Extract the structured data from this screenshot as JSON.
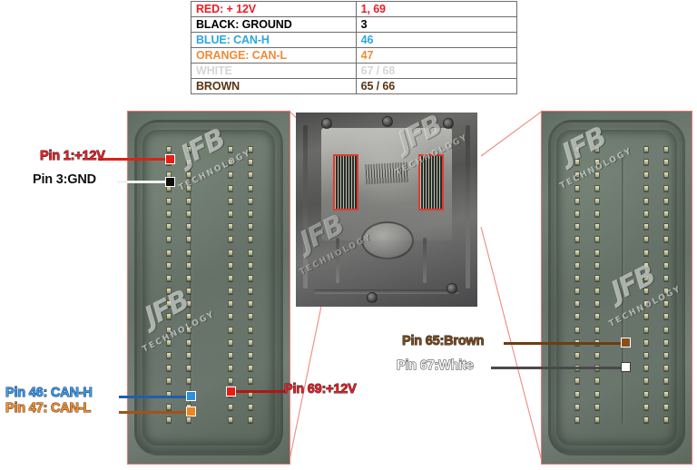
{
  "legend": {
    "rows": [
      {
        "label": "RED: + 12V",
        "value": "1, 69",
        "color": "#ee1c25"
      },
      {
        "label": "BLACK: GROUND",
        "value": "3",
        "color": "#000000"
      },
      {
        "label": "BLUE: CAN-H",
        "value": "46",
        "color": "#29a8e0"
      },
      {
        "label": "ORANGE: CAN-L",
        "value": "47",
        "color": "#ef8b34"
      },
      {
        "label": "WHITE",
        "value": "67 / 68",
        "color": "#d6d6d6"
      },
      {
        "label": "BROWN",
        "value": "65 / 66",
        "color": "#5a3210"
      }
    ]
  },
  "callouts": {
    "pin1": {
      "text": "Pin 1:+12V",
      "color": "#ee1c25"
    },
    "pin3": {
      "text": "Pin 3:GND",
      "color": "#111111"
    },
    "pin46": {
      "text": "Pin 46: CAN-H",
      "color": "#2a7fd4"
    },
    "pin47": {
      "text": "Pin 47: CAN-L",
      "color": "#e07820"
    },
    "pin69": {
      "text": "Pin 69:+12V",
      "color": "#ee1c25"
    },
    "pin65": {
      "text": "Pin 65:Brown",
      "color": "#7a4a18"
    },
    "pin67": {
      "text": "Pin 67:White",
      "color": "#f2f2f2"
    }
  },
  "watermark": {
    "logo": "JFB",
    "sub": "TECHNOLOGY"
  },
  "colors": {
    "red": "#d92318",
    "black": "#111111",
    "blue": "#2a7fd4",
    "orange": "#e07820",
    "brown": "#7a4516",
    "white": "#ffffff",
    "zoom_line": "#f08a82",
    "panel_border": "#e8766e"
  }
}
